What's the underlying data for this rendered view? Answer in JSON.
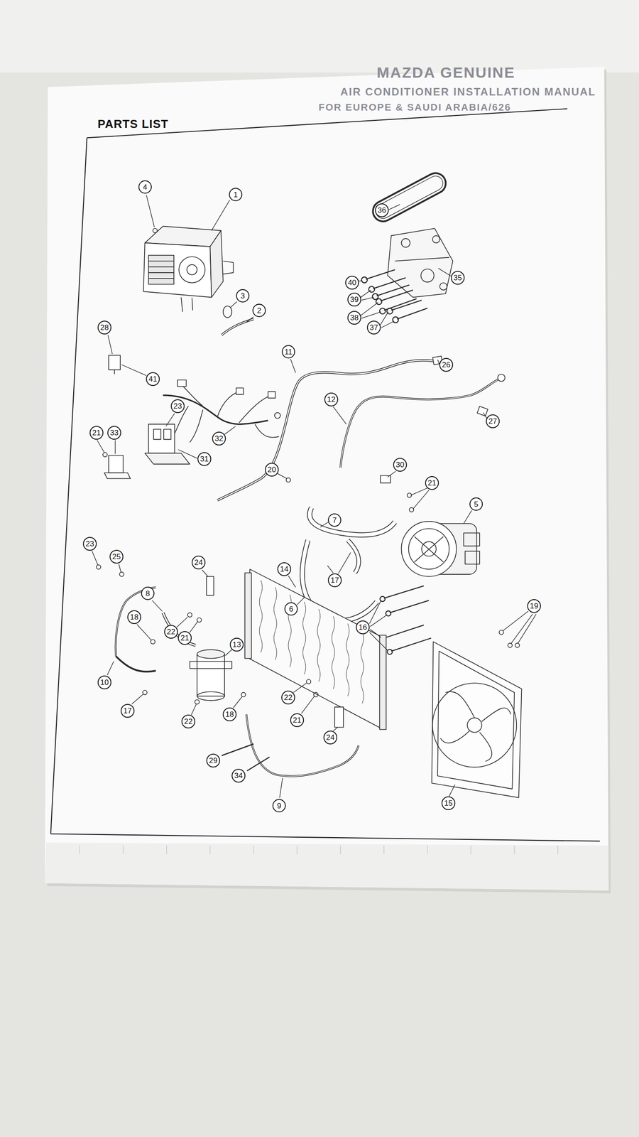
{
  "diagram": {
    "title": "PARTS LIST",
    "nodes": [
      {
        "text": [
          "4"
        ]
      },
      {
        "text": [
          "1"
        ]
      },
      {
        "text": [
          "36"
        ]
      },
      {
        "text": [
          "35"
        ]
      },
      {
        "text": [
          "40"
        ]
      },
      {
        "text": [
          "3"
        ]
      },
      {
        "text": [
          "39"
        ]
      },
      {
        "text": [
          "2"
        ]
      },
      {
        "text": [
          "38"
        ]
      },
      {
        "text": [
          "37"
        ]
      },
      {
        "text": [
          "28"
        ]
      },
      {
        "text": [
          "11"
        ]
      },
      {
        "text": [
          "26"
        ]
      },
      {
        "text": [
          "41"
        ]
      },
      {
        "text": [
          "12"
        ]
      },
      {
        "text": [
          "23"
        ]
      },
      {
        "text": [
          "27"
        ]
      },
      {
        "text": [
          "21"
        ]
      },
      {
        "text": [
          "33"
        ]
      },
      {
        "text": [
          "32"
        ]
      },
      {
        "text": [
          "31"
        ]
      },
      {
        "text": [
          "30"
        ]
      },
      {
        "text": [
          "20"
        ]
      },
      {
        "text": [
          "21"
        ]
      },
      {
        "text": [
          "5"
        ]
      },
      {
        "text": [
          "7"
        ]
      },
      {
        "text": [
          "23"
        ]
      },
      {
        "text": [
          "25"
        ]
      },
      {
        "text": [
          "24"
        ]
      },
      {
        "text": [
          "14"
        ]
      },
      {
        "text": [
          "17"
        ]
      },
      {
        "text": [
          "8"
        ]
      },
      {
        "text": [
          "19"
        ]
      },
      {
        "text": [
          "6"
        ]
      },
      {
        "text": [
          "18"
        ]
      },
      {
        "text": [
          "16"
        ]
      },
      {
        "text": [
          "22"
        ]
      },
      {
        "text": [
          "21"
        ]
      },
      {
        "text": [
          "13"
        ]
      },
      {
        "text": [
          "10"
        ]
      },
      {
        "text": [
          "22"
        ]
      },
      {
        "text": [
          "17"
        ]
      },
      {
        "text": [
          "18"
        ]
      },
      {
        "text": [
          "21"
        ]
      },
      {
        "text": [
          "22"
        ]
      },
      {
        "text": [
          "24"
        ]
      },
      {
        "text": [
          "29"
        ]
      },
      {
        "text": [
          "34"
        ]
      },
      {
        "text": [
          "15"
        ]
      },
      {
        "text": [
          "9"
        ]
      }
    ],
    "labels": [
      "MAZDA GENUINE",
      "AIR CONDITIONER INSTALLATION MANUAL",
      "FOR EUROPE & SAUDI ARABIA/626"
    ]
  }
}
